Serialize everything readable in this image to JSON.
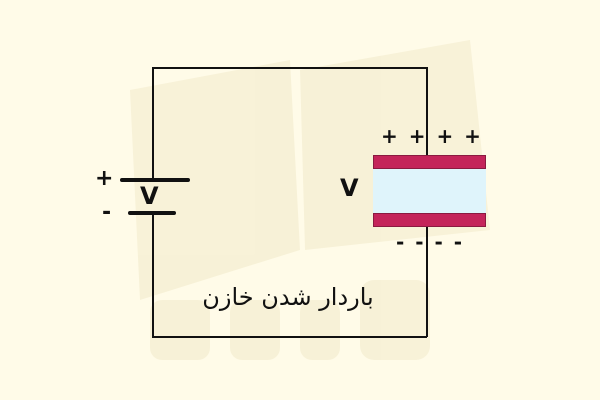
{
  "diagram": {
    "title": "باردار شدن خازن",
    "battery": {
      "label": "V",
      "positive_sign": "+",
      "negative_sign": "-"
    },
    "capacitor": {
      "label": "V",
      "top_charges": "+ + + +",
      "bottom_charges": "- - - -"
    },
    "colors": {
      "background": "#fffbe8",
      "plate": "#c4245a",
      "dielectric": "#dff4fb",
      "wire": "#111111"
    }
  }
}
